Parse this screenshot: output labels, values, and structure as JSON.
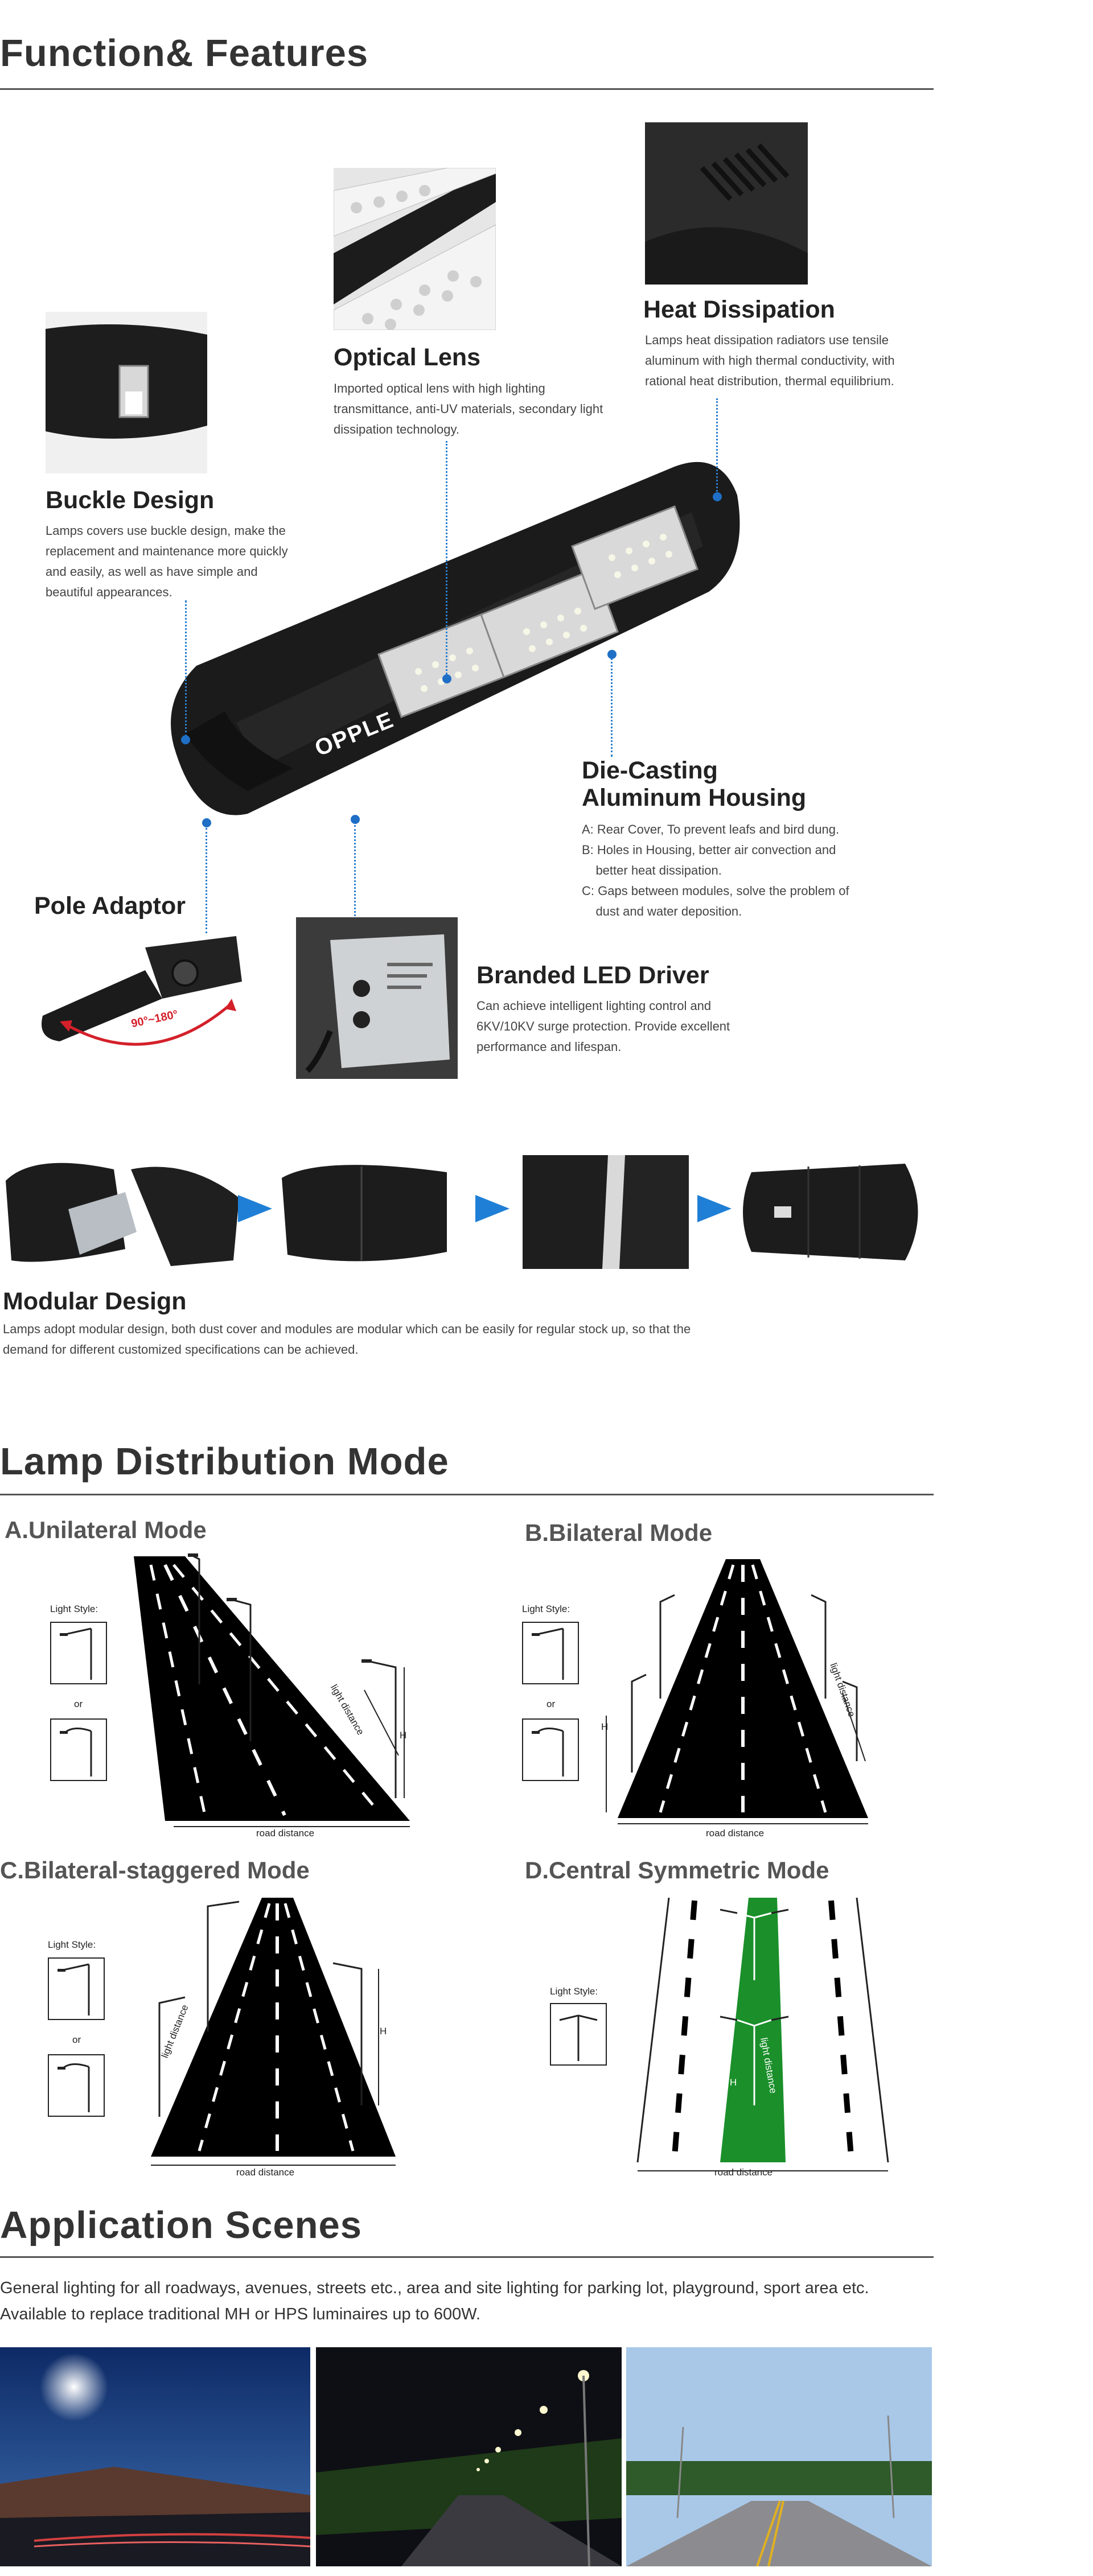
{
  "functions": {
    "heading": "Function& Features",
    "heat": {
      "title": "Heat Dissipation",
      "text": "Lamps heat dissipation radiators use tensile aluminum with high thermal conductivity, with rational heat distribution, thermal equilibrium."
    },
    "optical": {
      "title": "Optical Lens",
      "text": "Imported optical lens with high lighting transmittance, anti-UV materials, secondary light dissipation technology."
    },
    "buckle": {
      "title": "Buckle Design",
      "text": "Lamps covers use buckle design, make the replacement and maintenance more quickly and easily, as well as have simple and beautiful appearances."
    },
    "housing": {
      "title_line1": "Die-Casting",
      "title_line2": "Aluminum Housing",
      "items": [
        "A: Rear Cover, To prevent leafs and bird dung.",
        "B: Holes in Housing, better air convection and",
        "    better heat dissipation.",
        "C: Gaps between modules, solve the problem of",
        "    dust and water deposition."
      ]
    },
    "pole": {
      "title": "Pole Adaptor",
      "angle": "90°~180°"
    },
    "driver": {
      "title": "Branded LED Driver",
      "text": "Can achieve intelligent lighting control and 6KV/10KV surge protection. Provide excellent performance and lifespan."
    },
    "lamp_logo": "OPPLE",
    "modular": {
      "title": "Modular Design",
      "text": "Lamps adopt modular design, both dust cover and modules are modular which can be easily for regular stock up, so that the demand for different customized specifications can be achieved."
    }
  },
  "distribution": {
    "heading": "Lamp Distribution Mode",
    "labels": {
      "light_style": "Light Style:",
      "or": "or",
      "road_distance": "road distance",
      "light_distance": "light distance",
      "h": "H"
    },
    "modes": [
      {
        "title": "A.Unilateral Mode"
      },
      {
        "title": "B.Bilateral Mode"
      },
      {
        "title": "C.Bilateral-staggered Mode"
      },
      {
        "title": "D.Central Symmetric Mode"
      }
    ]
  },
  "application": {
    "heading": "Application Scenes",
    "line1": "General lighting for all roadways, avenues, streets etc., area and site lighting for parking lot, playground, sport area etc.",
    "line2": "Available to replace traditional MH or HPS luminaires up to 600W."
  },
  "colors": {
    "accent_blue": "#1e6fc5",
    "arrow_blue": "#1f7fd6",
    "green_strip": "#1a8f2a",
    "curve_red": "#d4202a"
  }
}
